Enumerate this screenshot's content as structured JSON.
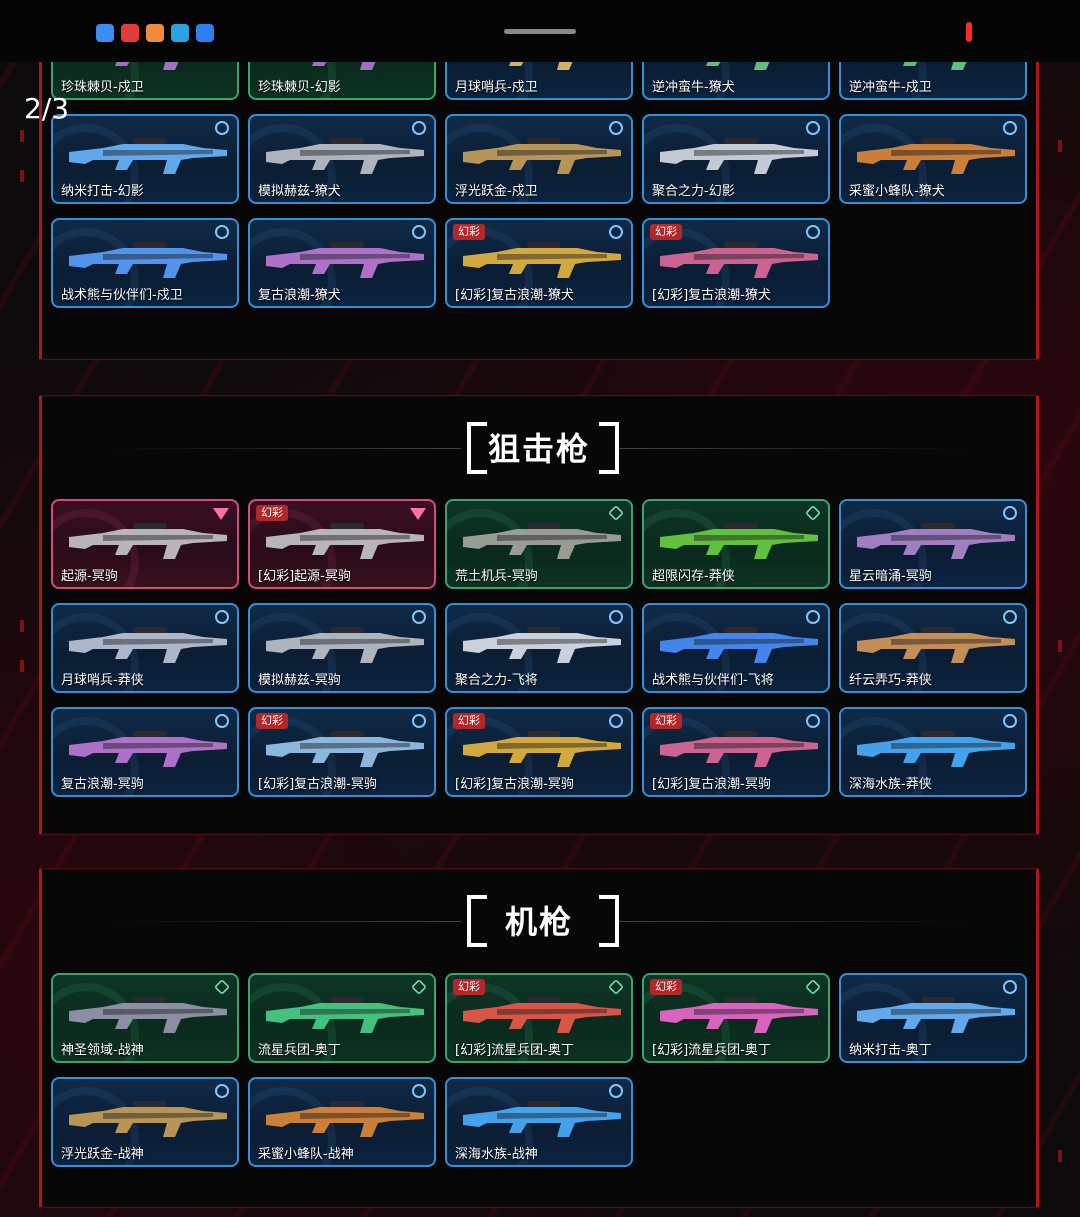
{
  "status_bar": {
    "apps": [
      {
        "icon": "app-blue-icon",
        "color": "#3b8df0"
      },
      {
        "icon": "app-red-icon",
        "color": "#e23c3c"
      },
      {
        "icon": "app-orange-icon",
        "color": "#f08a3c"
      },
      {
        "icon": "telegram-icon",
        "color": "#2aa3e0"
      },
      {
        "icon": "app-cloud-icon",
        "color": "#2f7ef0"
      }
    ]
  },
  "page_indicator": "2/3",
  "colors": {
    "accent": "#b3141e",
    "blue_card": "#3a8ed2",
    "green_card": "#3aa36e",
    "pink_card": "#d24c7c",
    "badge": "#b3262a"
  },
  "sections": [
    {
      "title": "",
      "cards": [
        {
          "label": "珍珠棘贝-戍卫",
          "tier": "green",
          "badge": "",
          "gun_color": "#b07ad0"
        },
        {
          "label": "珍珠棘贝-幻影",
          "tier": "green",
          "badge": "",
          "gun_color": "#b07ad0"
        },
        {
          "label": "月球哨兵-戍卫",
          "tier": "blue",
          "badge": "",
          "gun_color": "#e8c46a"
        },
        {
          "label": "逆冲蛮牛-獠犬",
          "tier": "blue",
          "badge": "",
          "gun_color": "#6ad08a"
        },
        {
          "label": "逆冲蛮牛-戍卫",
          "tier": "blue",
          "badge": "",
          "gun_color": "#6ad08a"
        },
        {
          "label": "纳米打击-幻影",
          "tier": "blue",
          "badge": "",
          "gun_color": "#6ab8ff"
        },
        {
          "label": "模拟赫兹-獠犬",
          "tier": "blue",
          "badge": "",
          "gun_color": "#c0c4cc"
        },
        {
          "label": "浮光跃金-戍卫",
          "tier": "blue",
          "badge": "",
          "gun_color": "#c9a25a"
        },
        {
          "label": "聚合之力-幻影",
          "tier": "blue",
          "badge": "",
          "gun_color": "#d8dde6"
        },
        {
          "label": "采蜜小蜂队-獠犬",
          "tier": "blue",
          "badge": "",
          "gun_color": "#e08a3a"
        },
        {
          "label": "战术熊与伙伴们-戍卫",
          "tier": "blue",
          "badge": "",
          "gun_color": "#5aa0ff"
        },
        {
          "label": "复古浪潮-獠犬",
          "tier": "blue",
          "badge": "",
          "gun_color": "#c07ad8"
        },
        {
          "label": "[幻彩]复古浪潮-獠犬",
          "tier": "blue",
          "badge": "幻彩",
          "gun_color": "#e8b840"
        },
        {
          "label": "[幻彩]复古浪潮-獠犬",
          "tier": "blue",
          "badge": "幻彩",
          "gun_color": "#e06a9a"
        }
      ]
    },
    {
      "title": "狙击枪",
      "cards": [
        {
          "label": "起源-冥驹",
          "tier": "pink",
          "badge": "",
          "gun_color": "#c8c8cc"
        },
        {
          "label": "[幻彩]起源-冥驹",
          "tier": "pink",
          "badge": "幻彩",
          "gun_color": "#c8c8cc"
        },
        {
          "label": "荒土机兵-冥驹",
          "tier": "green",
          "badge": "",
          "gun_color": "#a8a8a0"
        },
        {
          "label": "超限闪存-莽侠",
          "tier": "green",
          "badge": "",
          "gun_color": "#6ad040"
        },
        {
          "label": "星云暗涌-冥驹",
          "tier": "blue",
          "badge": "",
          "gun_color": "#b08ad0"
        },
        {
          "label": "月球哨兵-莽侠",
          "tier": "blue",
          "badge": "",
          "gun_color": "#c0c8d8"
        },
        {
          "label": "模拟赫兹-冥驹",
          "tier": "blue",
          "badge": "",
          "gun_color": "#c0c4cc"
        },
        {
          "label": "聚合之力-飞将",
          "tier": "blue",
          "badge": "",
          "gun_color": "#dfe4ec"
        },
        {
          "label": "战术熊与伙伴们-飞将",
          "tier": "blue",
          "badge": "",
          "gun_color": "#4a90ff"
        },
        {
          "label": "纤云弄巧-莽侠",
          "tier": "blue",
          "badge": "",
          "gun_color": "#d89a5a"
        },
        {
          "label": "复古浪潮-冥驹",
          "tier": "blue",
          "badge": "",
          "gun_color": "#c07ad8"
        },
        {
          "label": "[幻彩]复古浪潮-冥驹",
          "tier": "blue",
          "badge": "幻彩",
          "gun_color": "#9ac8f0"
        },
        {
          "label": "[幻彩]复古浪潮-冥驹",
          "tier": "blue",
          "badge": "幻彩",
          "gun_color": "#e8b840"
        },
        {
          "label": "[幻彩]复古浪潮-冥驹",
          "tier": "blue",
          "badge": "幻彩",
          "gun_color": "#e06a9a"
        },
        {
          "label": "深海水族-莽侠",
          "tier": "blue",
          "badge": "",
          "gun_color": "#4ab0ff"
        }
      ]
    },
    {
      "title": "机枪",
      "cards": [
        {
          "label": "神圣领域-战神",
          "tier": "green",
          "badge": "",
          "gun_color": "#9a9ab0"
        },
        {
          "label": "流星兵团-奥丁",
          "tier": "green",
          "badge": "",
          "gun_color": "#4ad08a"
        },
        {
          "label": "[幻彩]流星兵团-奥丁",
          "tier": "green",
          "badge": "幻彩",
          "gun_color": "#f05a4a"
        },
        {
          "label": "[幻彩]流星兵团-奥丁",
          "tier": "green",
          "badge": "幻彩",
          "gun_color": "#f06ad0"
        },
        {
          "label": "纳米打击-奥丁",
          "tier": "blue",
          "badge": "",
          "gun_color": "#6ab8ff"
        },
        {
          "label": "浮光跃金-战神",
          "tier": "blue",
          "badge": "",
          "gun_color": "#c9a25a"
        },
        {
          "label": "采蜜小蜂队-战神",
          "tier": "blue",
          "badge": "",
          "gun_color": "#e08a3a"
        },
        {
          "label": "深海水族-战神",
          "tier": "blue",
          "badge": "",
          "gun_color": "#4ab0ff"
        }
      ]
    }
  ]
}
